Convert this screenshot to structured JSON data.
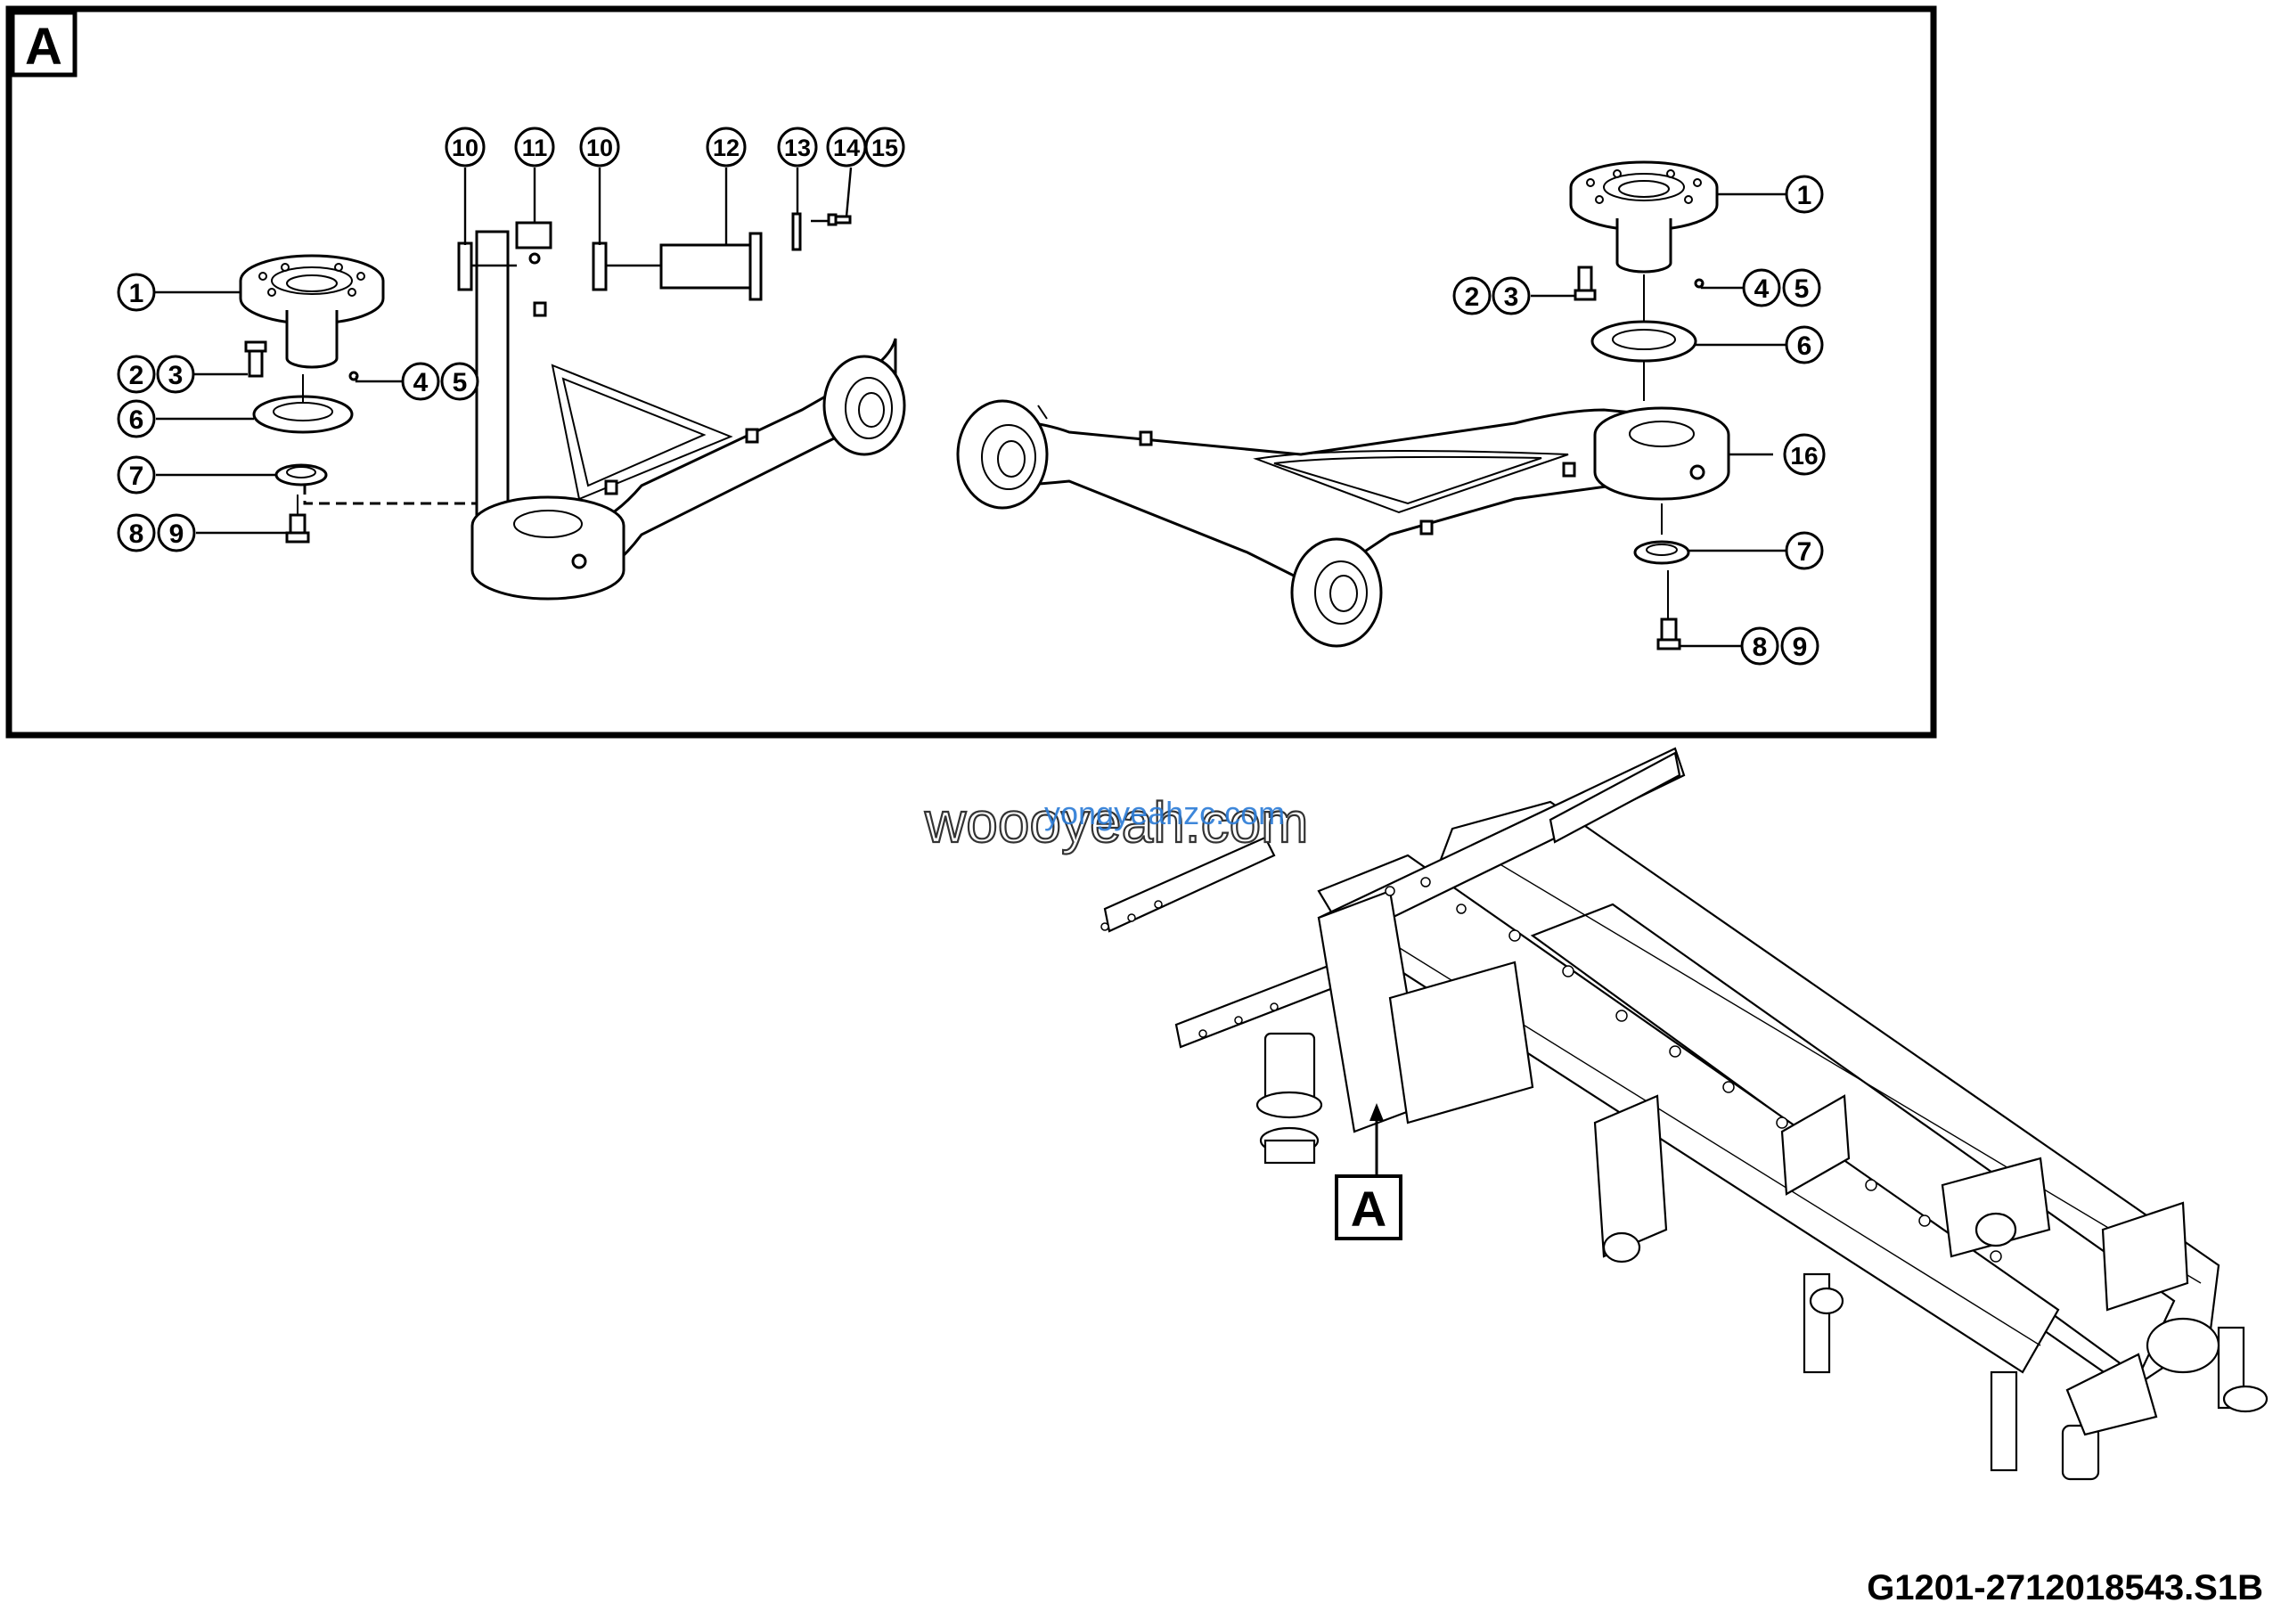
{
  "detail": {
    "letter": "A"
  },
  "callout": {
    "letter": "A"
  },
  "left_labels": {
    "l1": "1",
    "l2": "2",
    "l3": "3",
    "l4": "4",
    "l5": "5",
    "l6": "6",
    "l7": "7",
    "l8": "8",
    "l9": "9",
    "l10a": "10",
    "l11": "11",
    "l10b": "10",
    "l12": "12",
    "l13": "13",
    "l14": "14",
    "l15": "15"
  },
  "right_labels": {
    "r1": "1",
    "r2": "2",
    "r3": "3",
    "r4": "4",
    "r5": "5",
    "r6": "6",
    "r16": "16",
    "r7": "7",
    "r8": "8",
    "r9": "9"
  },
  "watermark": {
    "dark": "woooyeah.com",
    "blue": "yongyeahzc.com"
  },
  "drawing_code": "G1201-2712018543.S1B",
  "colors": {
    "ink": "#000000",
    "paper": "#ffffff",
    "watermark_blue": "#2a7bd6"
  }
}
